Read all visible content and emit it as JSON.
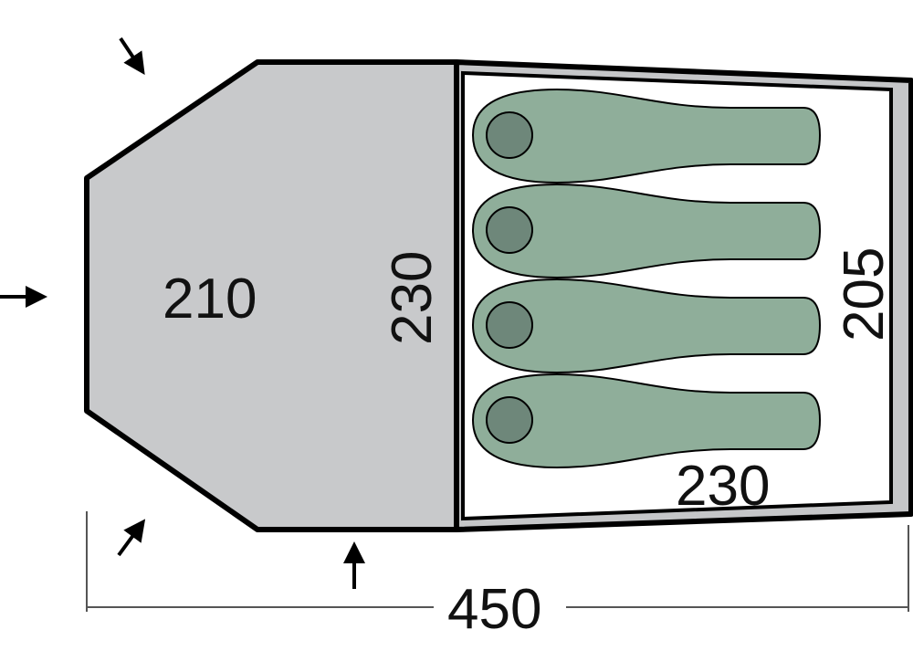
{
  "dimensions": {
    "vestibule_width": "210",
    "inner_length_side": "230",
    "inner_width": "205",
    "inner_length_bottom": "230",
    "total_length": "450"
  },
  "sleeping_places": 4,
  "colors": {
    "vestibule_fill": "#c8c9cb",
    "inner_band": "#c5c6c8",
    "bag_fill": "#8fae9a",
    "head_fill": "#6e877a",
    "outline": "#000000"
  }
}
